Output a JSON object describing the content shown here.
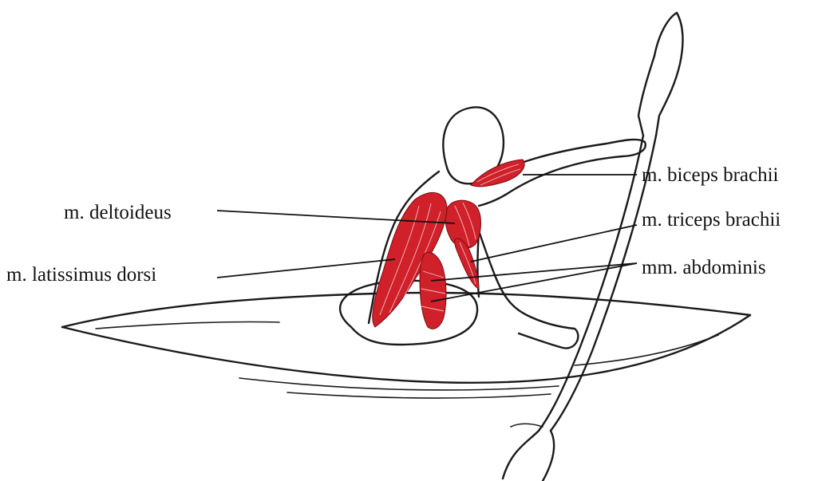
{
  "labels": {
    "deltoideus": "m. deltoideus",
    "latissimus": "m. latissimus dorsi",
    "biceps": "m. biceps brachii",
    "triceps": "m. triceps brachii",
    "abdominis": "mm. abdominis"
  },
  "colors": {
    "muscle": "#d0202a",
    "ink": "#1a1a1a",
    "background": "#ffffff"
  }
}
